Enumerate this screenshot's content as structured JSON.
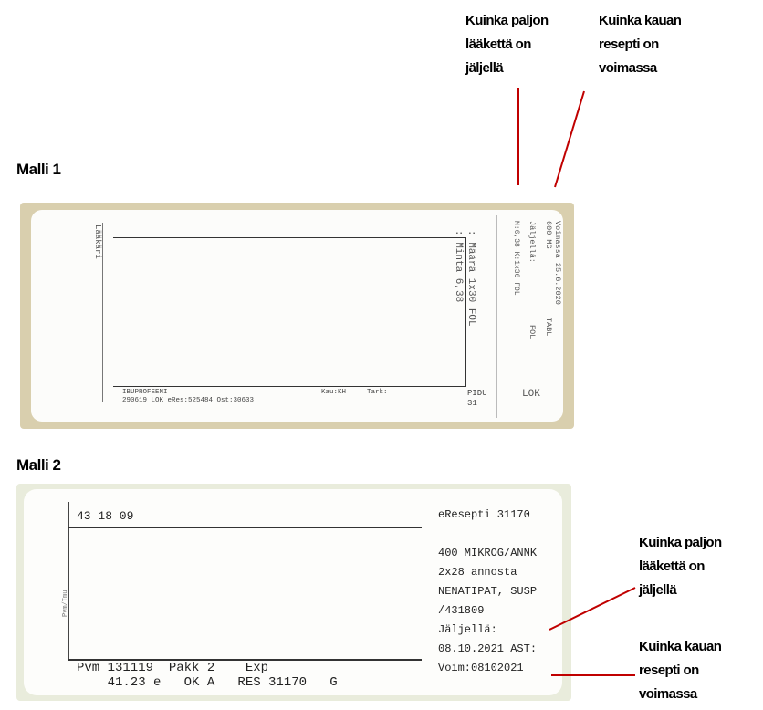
{
  "headings": {
    "model1": "Malli 1",
    "model2": "Malli 2"
  },
  "annotations": {
    "packages_left": [
      "Kuinka paljon",
      "lääkettä on",
      "jäljellä"
    ],
    "validity": [
      "Kuinka kauan",
      "resepti on",
      "voimassa"
    ]
  },
  "label1": {
    "left_vertical": "Lääkäri",
    "dosage_lines": [
      ": Määrä 1x30 FOL",
      ": Minta 6,38"
    ],
    "validity_col": [
      "Voimassa 25.6.2020",
      "600 MG",
      "TABL"
    ],
    "remaining_col": [
      "Jäljellä:",
      "FOL"
    ],
    "extra_col": "M:6,38 K:1x30 FOL",
    "bottom_line1": "IBUPROFEENI",
    "bottom_line2": "290619 LOK eRes:525484 Ost:30633",
    "kau": "Kau:KH",
    "tark": "Tark:",
    "code_line1": "PIDU",
    "code_line2": "31",
    "side_tag": "LOK"
  },
  "label2": {
    "top_number": "43 18 09",
    "vertical_text": "Pvm/Tmu",
    "row1": "Pvm 131119  Pakk 2    Exp",
    "row2": "    41.23 e   OK A   RES 31170   G",
    "right_lines": [
      "eResepti 31170",
      "",
      "400 MIKROG/ANNK",
      " 2x28 annosta",
      "NENATIPAT, SUSP",
      "  /431809",
      "Jäljellä:",
      "08.10.2021 AST:",
      "Voim:08102021"
    ]
  }
}
